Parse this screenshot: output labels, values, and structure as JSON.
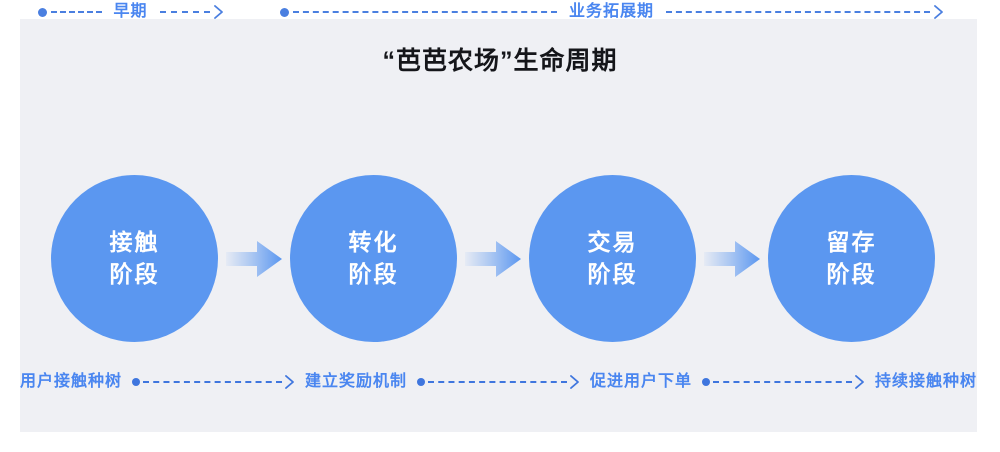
{
  "page": {
    "title": "“芭芭农场”生命周期",
    "background_color": "#ffffff",
    "panel_color": "#eff0f4",
    "accent_blue": "#5b97f0",
    "label_blue": "#4a86f0",
    "line_blue": "#3f76de",
    "title_color": "#15161a"
  },
  "phases": [
    {
      "label": "早期"
    },
    {
      "label": "业务拓展期"
    }
  ],
  "stages": [
    {
      "line1": "接触",
      "line2": "阶段"
    },
    {
      "line1": "转化",
      "line2": "阶段"
    },
    {
      "line1": "交易",
      "line2": "阶段"
    },
    {
      "line1": "留存",
      "line2": "阶段"
    }
  ],
  "actions": [
    {
      "label": "用户接触种树"
    },
    {
      "label": "建立奖励机制"
    },
    {
      "label": "促进用户下单"
    },
    {
      "label": "持续接触种树"
    }
  ],
  "icons": {
    "phase_start_dot": "dot-icon",
    "phase_dashed_line": "dashed-line-icon",
    "phase_arrowhead": "chevron-right-icon",
    "stage_transition": "block-arrow-right-icon",
    "action_connector": "dot-dashed-arrow-icon"
  }
}
